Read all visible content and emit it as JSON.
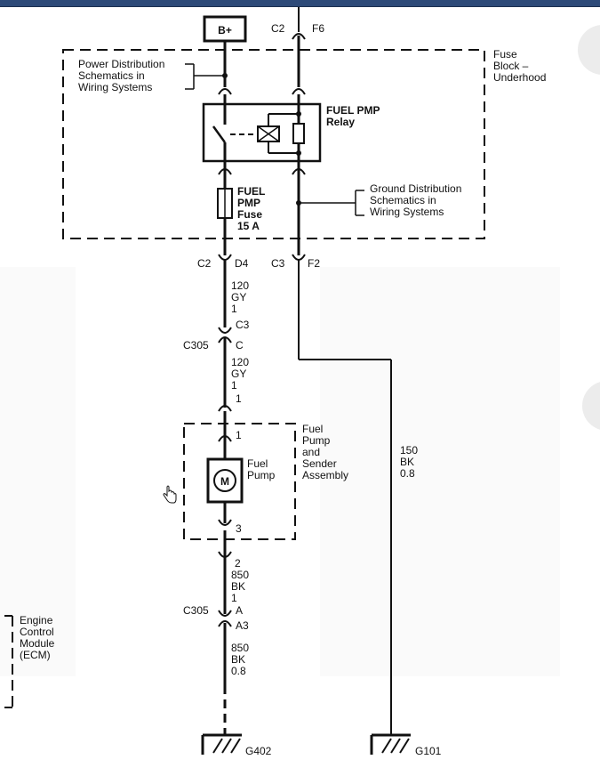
{
  "diagram": {
    "battery": "B+",
    "fuse_block": {
      "title_lines": [
        "Fuse",
        "Block –",
        "Underhood"
      ]
    },
    "power_dist": {
      "lines": [
        "Power Distribution",
        "Schematics in",
        "Wiring Systems"
      ]
    },
    "ground_dist": {
      "lines": [
        "Ground Distribution",
        "Schematics in",
        "Wiring Systems"
      ]
    },
    "relay": {
      "lines": [
        "FUEL PMP",
        "Relay"
      ]
    },
    "fuse": {
      "lines": [
        "FUEL",
        "PMP",
        "Fuse",
        "15 A"
      ]
    },
    "top_connector": {
      "left": "C2",
      "right": "F6"
    },
    "bottom_connectors": {
      "c2": "C2",
      "d4": "D4",
      "c3": "C3",
      "f2": "F2"
    },
    "wire1": {
      "lines": [
        "120",
        "GY",
        "1"
      ]
    },
    "c305_upper": {
      "name": "C305",
      "pin_top": "C3",
      "pin_bottom": "C"
    },
    "wire2": {
      "lines": [
        "120",
        "GY",
        "1"
      ]
    },
    "pump_pin_in": "1",
    "pump_pin_in_inner": "1",
    "pump_assembly": {
      "lines": [
        "Fuel",
        "Pump",
        "and",
        "Sender",
        "Assembly"
      ]
    },
    "motor": {
      "symbol": "M",
      "lines": [
        "Fuel",
        "Pump"
      ]
    },
    "pump_pin_out_inner": "3",
    "wire3": {
      "lines": [
        "2",
        "850",
        "BK",
        "1"
      ]
    },
    "c305_lower": {
      "name": "C305",
      "pin_top": "A",
      "pin_bottom": "A3"
    },
    "wire4": {
      "lines": [
        "850",
        "BK",
        "0.8"
      ]
    },
    "wire_right": {
      "lines": [
        "150",
        "BK",
        "0.8"
      ]
    },
    "ecm": {
      "lines": [
        "Engine",
        "Control",
        "Module",
        "(ECM)"
      ]
    },
    "grounds": {
      "left": "G402",
      "right": "G101"
    }
  }
}
